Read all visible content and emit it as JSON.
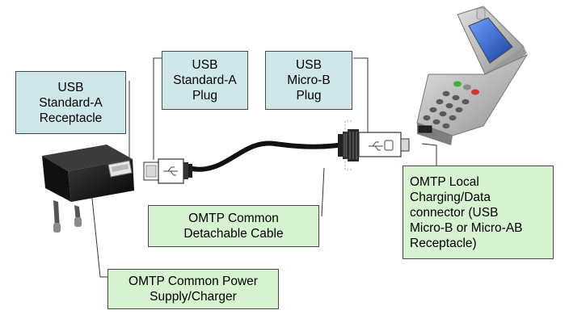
{
  "labels": {
    "receptacle": "USB\nStandard-A\nReceptacle",
    "plug_a": "USB\nStandard-A\nPlug",
    "plug_b": "USB\nMicro-B\nPlug",
    "cable": "OMTP Common\nDetachable Cable",
    "charger": "OMTP Common Power\nSupply/Charger",
    "local_connector": "OMTP Local\nCharging/Data\nconnector (USB\nMicro-B or Micro-AB\nReceptacle)"
  },
  "colors": {
    "label_blue": "#cfe6ea",
    "label_green": "#d6f2d0",
    "device_black": "#141414",
    "phone_grey": "#b9b9b9",
    "screen_blue": "#2a5fc9",
    "key_green": "#3cae3c",
    "key_red": "#d83030"
  },
  "icons": [
    "usb-trident-icon"
  ]
}
